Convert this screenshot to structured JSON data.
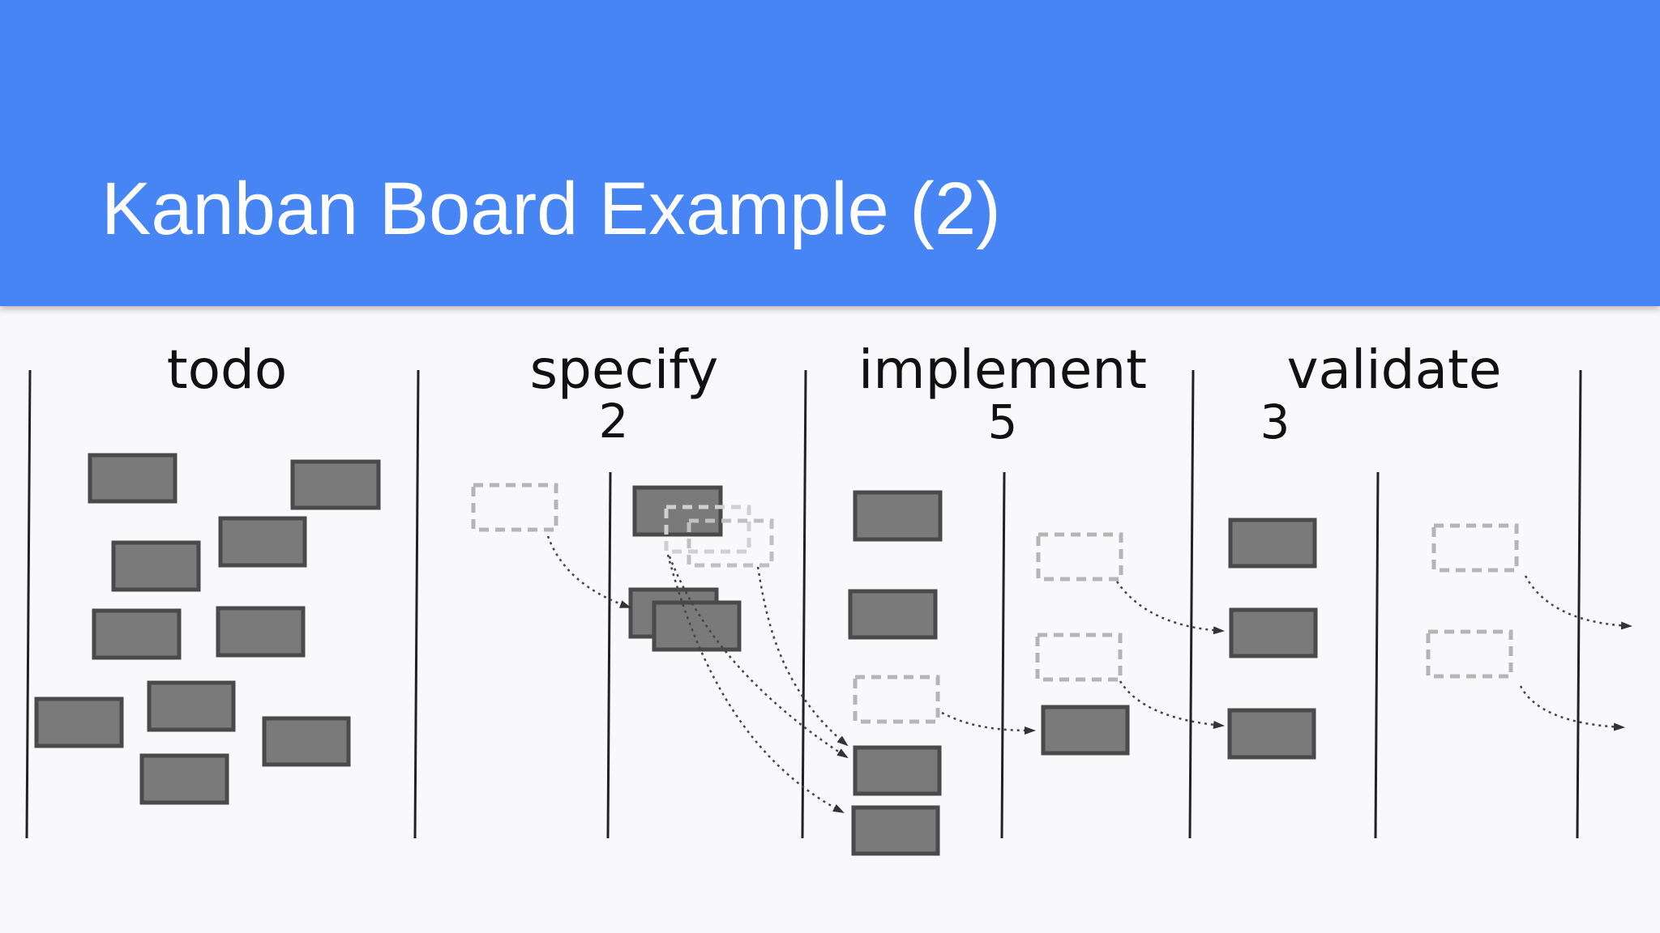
{
  "slide": {
    "title": "Kanban Board Example (2)"
  },
  "board": {
    "columns": [
      {
        "name": "todo",
        "limit": ""
      },
      {
        "name": "specify",
        "limit": "2"
      },
      {
        "name": "implement",
        "limit": "5"
      },
      {
        "name": "validate",
        "limit": "3"
      }
    ]
  },
  "colors": {
    "header": "#4785f4",
    "card_fill": "#7a7a7a",
    "card_border": "#4a4a4a",
    "ghost_border": "#b5b5b5"
  }
}
